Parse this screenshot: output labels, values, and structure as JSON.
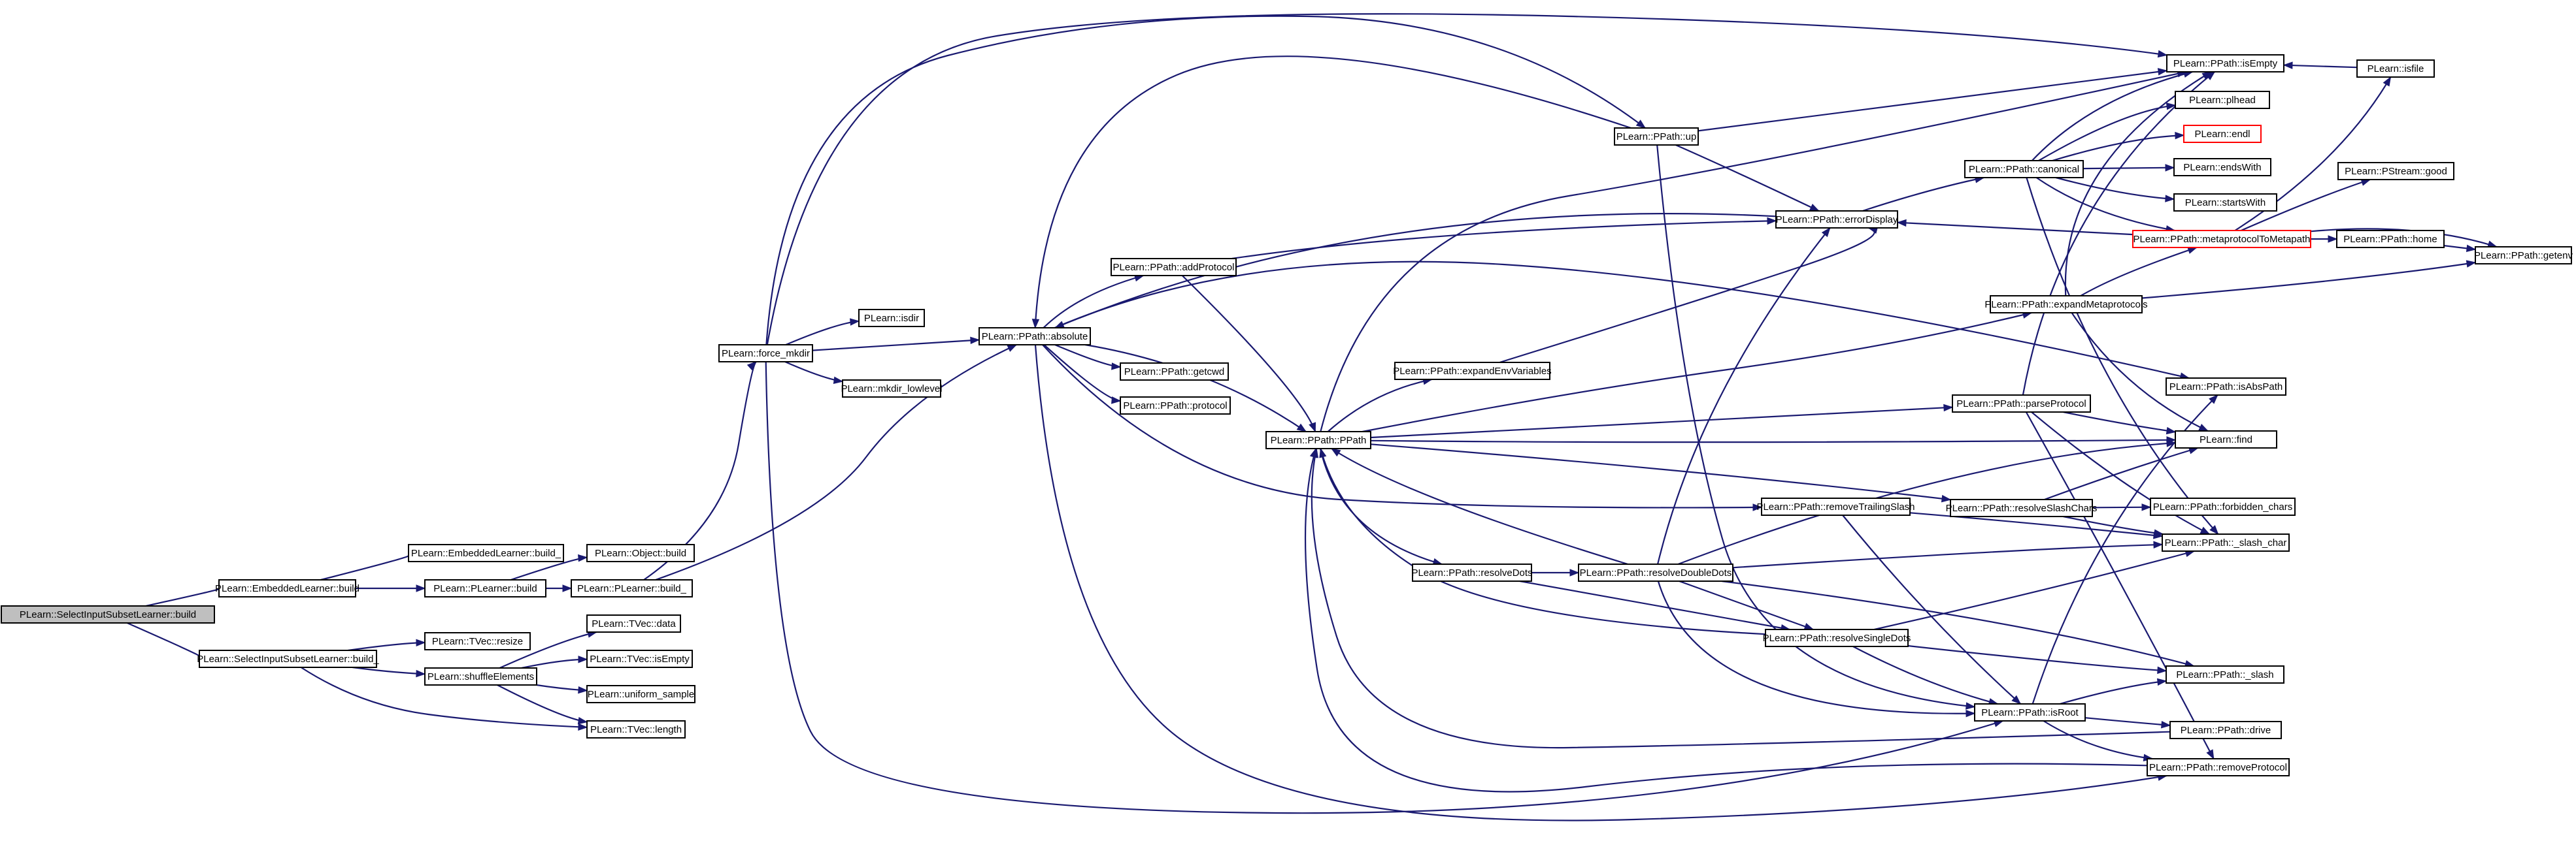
{
  "nodes": [
    {
      "id": "n_root",
      "label": "PLearn::SelectInputSubsetLearner::build",
      "style": "root"
    },
    {
      "id": "n_embbuild",
      "label": "PLearn::EmbeddedLearner::build"
    },
    {
      "id": "n_emb_build_",
      "label": "PLearn::EmbeddedLearner::build_"
    },
    {
      "id": "n_pl_build",
      "label": "PLearn::PLearner::build"
    },
    {
      "id": "n_obj_build",
      "label": "PLearn::Object::build"
    },
    {
      "id": "n_pl_build_",
      "label": "PLearn::PLearner::build_"
    },
    {
      "id": "n_sis_build_",
      "label": "PLearn::SelectInputSubsetLearner::build_"
    },
    {
      "id": "n_tvec_resize",
      "label": "PLearn::TVec::resize"
    },
    {
      "id": "n_shuffle",
      "label": "PLearn::shuffleElements"
    },
    {
      "id": "n_tvec_data",
      "label": "PLearn::TVec::data"
    },
    {
      "id": "n_tvec_isempty",
      "label": "PLearn::TVec::isEmpty"
    },
    {
      "id": "n_uniform",
      "label": "PLearn::uniform_sample"
    },
    {
      "id": "n_tvec_length",
      "label": "PLearn::TVec::length"
    },
    {
      "id": "n_force_mkdir",
      "label": "PLearn::force_mkdir"
    },
    {
      "id": "n_isdir",
      "label": "PLearn::isdir"
    },
    {
      "id": "n_mkdir_low",
      "label": "PLearn::mkdir_lowlevel"
    },
    {
      "id": "n_absolute",
      "label": "PLearn::PPath::absolute"
    },
    {
      "id": "n_addprotocol",
      "label": "PLearn::PPath::addProtocol"
    },
    {
      "id": "n_getcwd",
      "label": "PLearn::PPath::getcwd"
    },
    {
      "id": "n_protocol",
      "label": "PLearn::PPath::protocol"
    },
    {
      "id": "n_ppath",
      "label": "PLearn::PPath::PPath"
    },
    {
      "id": "n_expandenv",
      "label": "PLearn::PPath::expandEnvVariables"
    },
    {
      "id": "n_resolvedots",
      "label": "PLearn::PPath::resolveDots"
    },
    {
      "id": "n_up",
      "label": "PLearn::PPath::up"
    },
    {
      "id": "n_errordisplay",
      "label": "PLearn::PPath::errorDisplay"
    },
    {
      "id": "n_removetrailing",
      "label": "PLearn::PPath::removeTrailingSlash"
    },
    {
      "id": "n_resolvedoubledots",
      "label": "PLearn::PPath::resolveDoubleDots"
    },
    {
      "id": "n_resolvesingledots",
      "label": "PLearn::PPath::resolveSingleDots"
    },
    {
      "id": "n_canonical",
      "label": "PLearn::PPath::canonical"
    },
    {
      "id": "n_expandmeta",
      "label": "PLearn::PPath::expandMetaprotocols"
    },
    {
      "id": "n_parseprotocol",
      "label": "PLearn::PPath::parseProtocol"
    },
    {
      "id": "n_resolveslash",
      "label": "PLearn::PPath::resolveSlashChars"
    },
    {
      "id": "n_isroot",
      "label": "PLearn::PPath::isRoot"
    },
    {
      "id": "n_isempty",
      "label": "PLearn::PPath::isEmpty"
    },
    {
      "id": "n_plhead",
      "label": "PLearn::plhead"
    },
    {
      "id": "n_endl",
      "label": "PLearn::endl",
      "style": "red"
    },
    {
      "id": "n_endswith",
      "label": "PLearn::endsWith"
    },
    {
      "id": "n_startswith",
      "label": "PLearn::startsWith"
    },
    {
      "id": "n_metaproto",
      "label": "PLearn::PPath::metaprotocolToMetapath",
      "style": "red"
    },
    {
      "id": "n_isabspath",
      "label": "PLearn::PPath::isAbsPath"
    },
    {
      "id": "n_find",
      "label": "PLearn::find"
    },
    {
      "id": "n_forbidden",
      "label": "PLearn::PPath::forbidden_chars"
    },
    {
      "id": "n_slashchar",
      "label": "PLearn::PPath::_slash_char"
    },
    {
      "id": "n_slash",
      "label": "PLearn::PPath::_slash"
    },
    {
      "id": "n_drive",
      "label": "PLearn::PPath::drive"
    },
    {
      "id": "n_removeprotocol",
      "label": "PLearn::PPath::removeProtocol"
    },
    {
      "id": "n_isfile",
      "label": "PLearn::isfile"
    },
    {
      "id": "n_pstream_good",
      "label": "PLearn::PStream::good"
    },
    {
      "id": "n_home",
      "label": "PLearn::PPath::home"
    },
    {
      "id": "n_getenv",
      "label": "PLearn::PPath::getenv"
    }
  ]
}
